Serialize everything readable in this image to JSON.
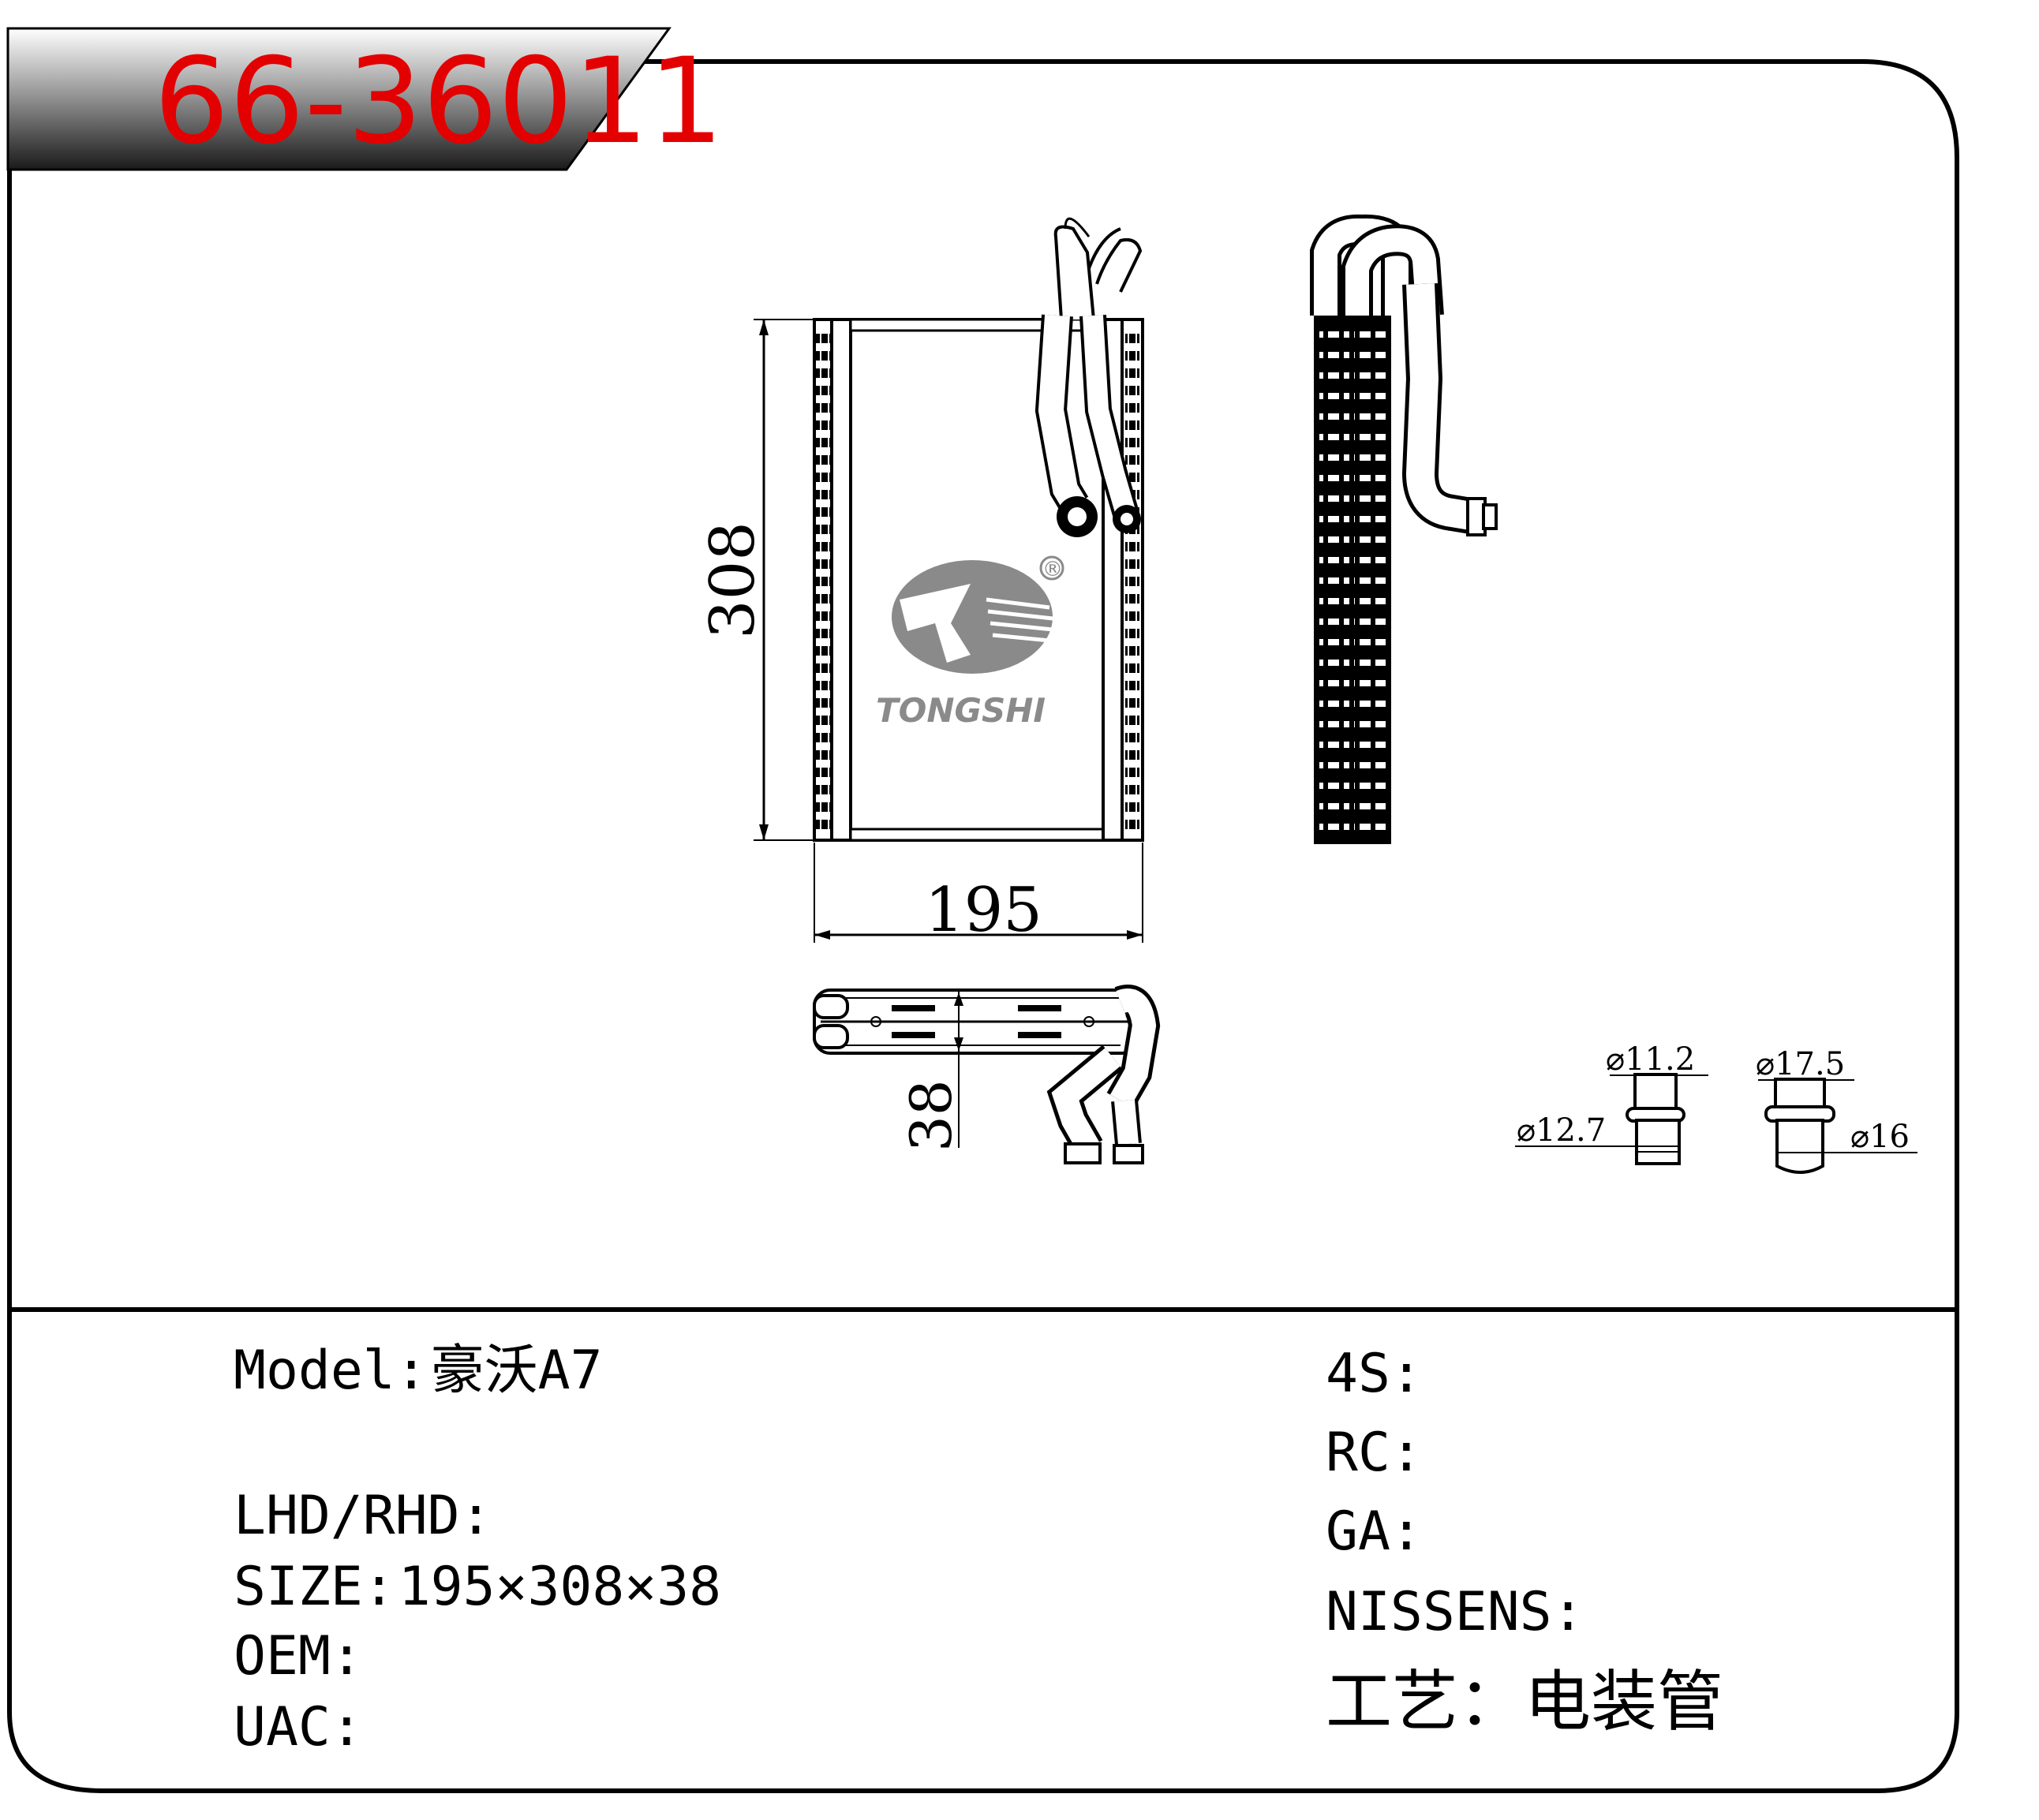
{
  "part_number": "66-36011",
  "logo": {
    "brand": "TONGSHI",
    "registered_mark": "®"
  },
  "dimensions": {
    "width": "195",
    "height": "308",
    "depth": "38"
  },
  "fittings": {
    "left": {
      "inner": "⌀11.2",
      "outer": "⌀12.7"
    },
    "right": {
      "inner": "⌀17.5",
      "outer": "⌀16"
    }
  },
  "info_left": [
    {
      "key": "model",
      "label": "Model:",
      "value": "豪沃A7"
    },
    {
      "key": "lhd_rhd",
      "label": "LHD/RHD:",
      "value": ""
    },
    {
      "key": "size",
      "label": "SIZE:",
      "value": "195×308×38"
    },
    {
      "key": "oem",
      "label": "OEM:",
      "value": ""
    },
    {
      "key": "uac",
      "label": "UAC:",
      "value": ""
    }
  ],
  "info_right": [
    {
      "key": "4s",
      "label": "4S:",
      "value": ""
    },
    {
      "key": "rc",
      "label": "RC:",
      "value": ""
    },
    {
      "key": "ga",
      "label": "GA:",
      "value": ""
    },
    {
      "key": "nissens",
      "label": "NISSENS:",
      "value": ""
    },
    {
      "key": "process",
      "label": "工艺：",
      "value": "电装管"
    }
  ],
  "colors": {
    "title_red": "#e30000",
    "frame": "#000000",
    "banner_dark": "#2a2a2a",
    "logo_gray": "#8a8a8a"
  }
}
